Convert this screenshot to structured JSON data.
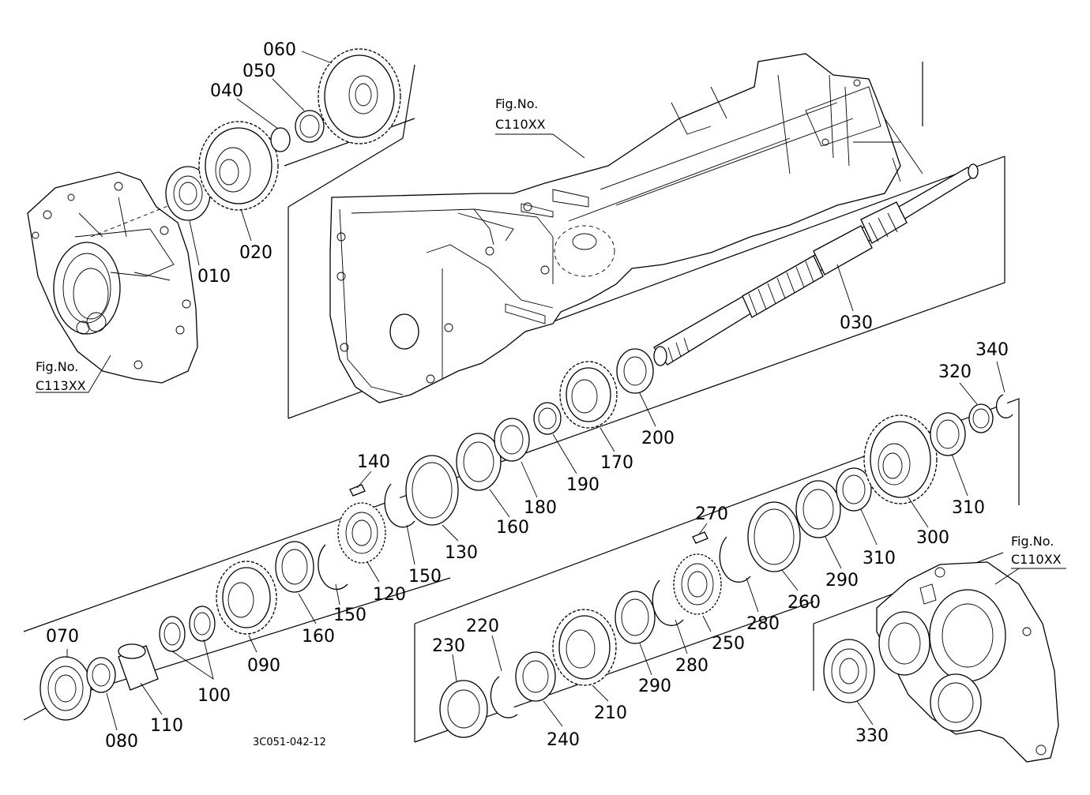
{
  "drawing_code": "3C051-042-12",
  "figure_refs": [
    {
      "line1": "Fig.No.",
      "line2": "C110XX"
    },
    {
      "line1": "Fig.No.",
      "line2": "C113XX"
    },
    {
      "line1": "Fig.No.",
      "line2": "C110XX"
    }
  ],
  "callouts": [
    "010",
    "020",
    "030",
    "040",
    "050",
    "060",
    "070",
    "080",
    "090",
    "100",
    "110",
    "120",
    "130",
    "140",
    "150",
    "150",
    "160",
    "160",
    "170",
    "180",
    "190",
    "200",
    "210",
    "220",
    "230",
    "240",
    "250",
    "260",
    "270",
    "280",
    "280",
    "290",
    "290",
    "300",
    "310",
    "310",
    "320",
    "330",
    "340"
  ]
}
